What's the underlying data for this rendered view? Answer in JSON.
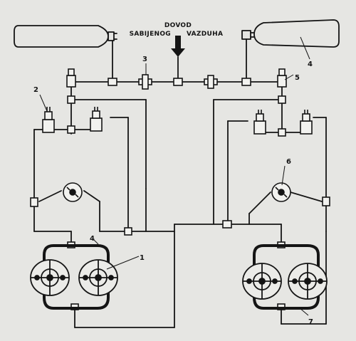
{
  "caption": {
    "line1": "DOVOD",
    "line2a": "SABIJENOG",
    "line2b": "VAZDUHA"
  },
  "callouts": {
    "c1": "1",
    "c2": "2",
    "c3": "3",
    "c4a": "4",
    "c4b": "4",
    "c5": "5",
    "c6": "6",
    "c7": "7"
  },
  "colors": {
    "ink": "#151515",
    "paper": "#e6e6e3"
  }
}
